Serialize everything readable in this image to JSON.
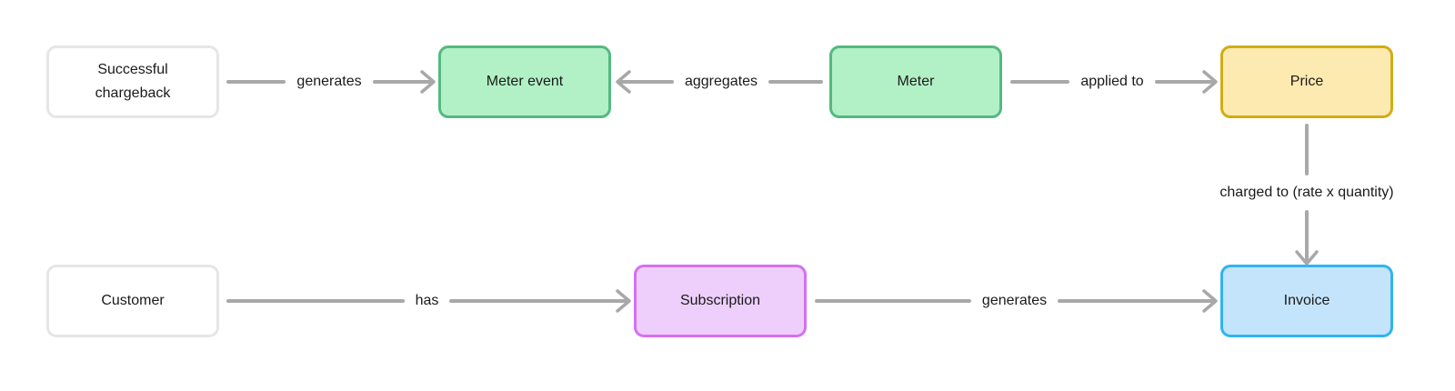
{
  "diagram": {
    "nodes": {
      "successful_chargeback": "Successful chargeback",
      "meter_event": "Meter event",
      "meter": "Meter",
      "price": "Price",
      "customer": "Customer",
      "subscription": "Subscription",
      "invoice": "Invoice"
    },
    "edges": {
      "chargeback_to_meter_event": "generates",
      "meter_to_meter_event": "aggregates",
      "meter_to_price": "applied to",
      "price_to_invoice": "charged to (rate x quantity)",
      "customer_to_subscription": "has",
      "subscription_to_invoice": "generates"
    },
    "colors": {
      "green_fill": "#b2f1c5",
      "green_border": "#54b981",
      "yellow_fill": "#fdeab0",
      "yellow_border": "#d1ad13",
      "purple_fill": "#eecffb",
      "purple_border": "#d570f4",
      "blue_fill": "#c4e4fb",
      "blue_border": "#2fb4f3",
      "neutral_fill": "#ffffff",
      "neutral_border": "#e6e6e6",
      "arrow": "#a8a8a8",
      "text": "#1a1a1a",
      "background": "#ffffff"
    }
  }
}
